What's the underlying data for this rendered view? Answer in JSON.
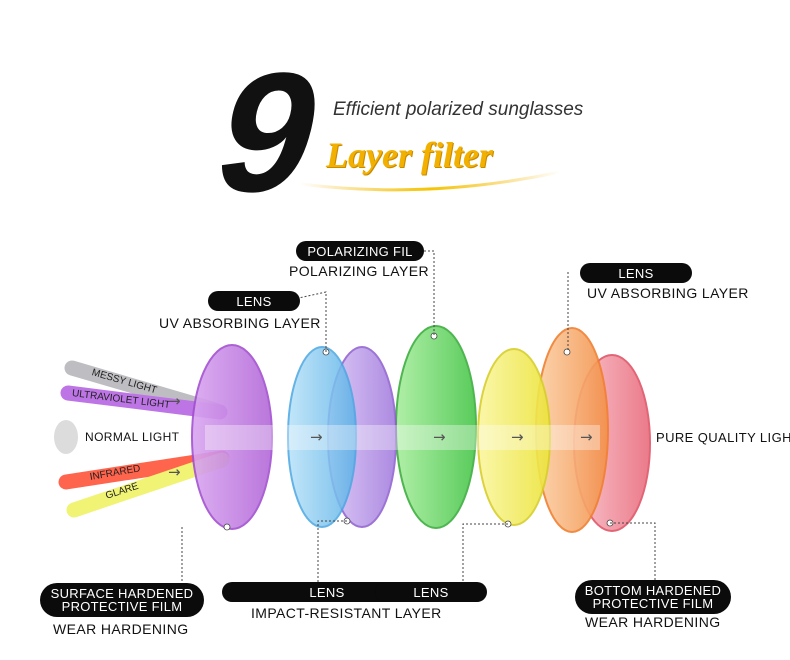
{
  "header": {
    "number": "9",
    "subtitle": "Efficient polarized sunglasses",
    "title": "Layer filter"
  },
  "light_inputs": {
    "messy_light": "MESSY LIGHT",
    "ultraviolet_light": "ULTRAVIOLET LIGHT",
    "normal_light": "NORMAL LIGHT",
    "infrared": "INFRARED",
    "glare": "GLARE"
  },
  "output_label": "PURE QUALITY LIGHT",
  "callouts": {
    "top_left": {
      "pill": "LENS",
      "caption": "UV ABSORBING LAYER"
    },
    "top_center": {
      "pill": "POLARIZING FIL",
      "caption": "POLARIZING LAYER"
    },
    "top_right": {
      "pill": "LENS",
      "caption": "UV ABSORBING LAYER"
    },
    "bottom_1": {
      "pill_line1": "SURFACE HARDENED",
      "pill_line2": "PROTECTIVE FILM",
      "caption": "WEAR HARDENING"
    },
    "bottom_2": {
      "pill": "LENS",
      "caption": "IMPACT-RESISTANT LAYER"
    },
    "bottom_3": {
      "pill": "LENS"
    },
    "bottom_4": {
      "pill_line1": "BOTTOM HARDENED",
      "pill_line2": "PROTECTIVE FILM",
      "caption": "WEAR HARDENING"
    }
  },
  "colors": {
    "layer_purple": "#c37be0",
    "layer_blue": "#7ec4ef",
    "layer_violet": "#b593e6",
    "layer_green": "#67d86a",
    "layer_yellow": "#f4ee5c",
    "layer_orange": "#f7a866",
    "layer_red": "#f08a98",
    "title_gold": "#f2b100"
  }
}
